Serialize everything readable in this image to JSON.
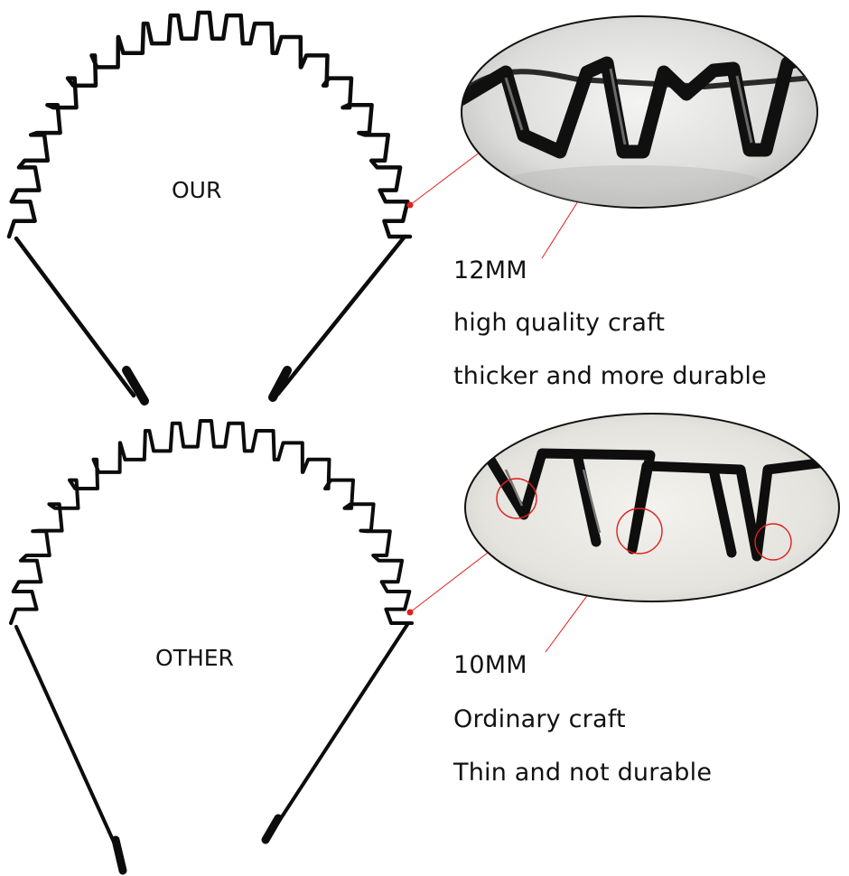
{
  "colors": {
    "wire": "#0c0c0c",
    "pointer": "#e0201c",
    "zoom_bg_top": "#dadada",
    "zoom_bg_bottom": "#ecebe6",
    "text": "#111111"
  },
  "top_product": {
    "label": "OUR",
    "specs": [
      "12MM",
      "high quality craft",
      "thicker and more durable"
    ]
  },
  "bottom_product": {
    "label": "OTHER",
    "specs": [
      "10MM",
      "Ordinary craft",
      "Thin and not durable"
    ]
  }
}
